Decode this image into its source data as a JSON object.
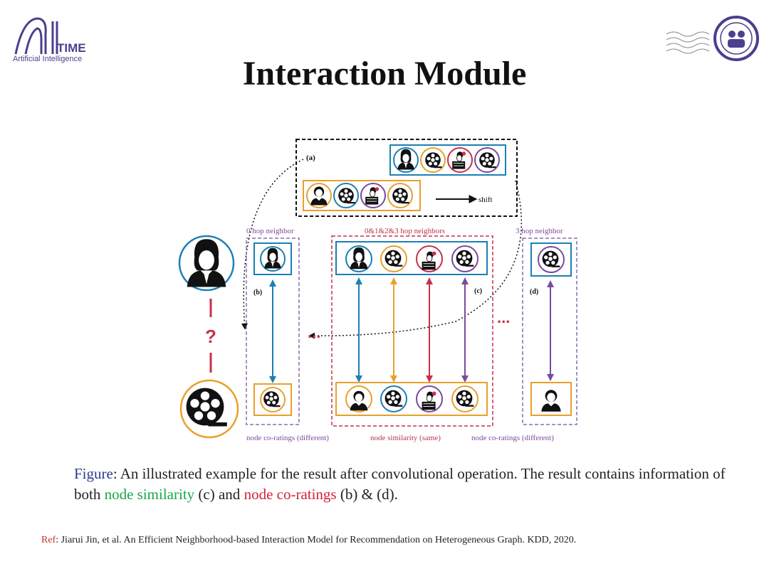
{
  "logo": {
    "brand": "TIME",
    "subtitle": "Artificial Intelligence"
  },
  "title": "Interaction Module",
  "diagram": {
    "panel_a_label": "(a)",
    "shift_label": "shift",
    "hop0_label": "0 hop neighbor",
    "hop_all_label": "0&1&2&3 hop neighbors",
    "hop3_label": "3 hop neighbor",
    "b_label": "(b)",
    "c_label": "(c)",
    "d_label": "(d)",
    "question_mark": "?",
    "ellipsis_left": "...",
    "ellipsis_right": "...",
    "bottom_left_label": "node co-ratings (different)",
    "bottom_mid_label": "node similarity (same)",
    "bottom_right_label": "node co-ratings (different)",
    "colors": {
      "blue": "#1b7fb5",
      "orange": "#e8a02c",
      "red": "#c8304a",
      "purple": "#7b4a9c",
      "dashed_purple": "#8e6bb0",
      "dashed_red": "#c8304a",
      "label_red": "#b8354a",
      "label_purple": "#7b4a9c"
    }
  },
  "caption": {
    "figure_label": "Figure",
    "part1": ": An illustrated example for the result after convolutional operation. The result contains information of both ",
    "node_similarity": "node similarity",
    "part2": " (c) and ",
    "node_coratings": "node co-ratings",
    "part3": " (b) & (d)."
  },
  "reference": {
    "label": "Ref",
    "text": ": Jiarui Jin, et al. An Efficient Neighborhood-based Interaction Model for Recommendation on Heterogeneous Graph. KDD, 2020."
  }
}
